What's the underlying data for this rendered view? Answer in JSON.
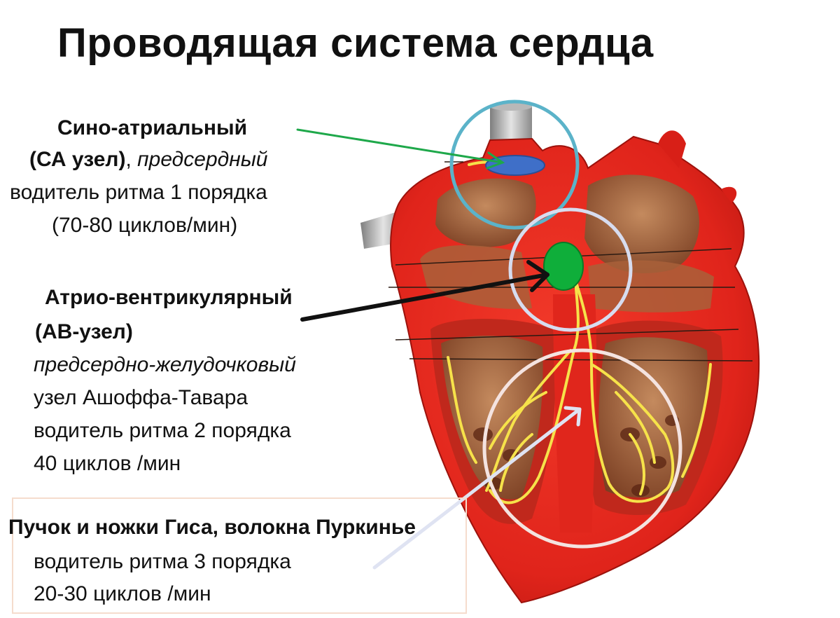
{
  "title": "Проводящая система сердца",
  "sa": {
    "line1": "Сино-атриальный",
    "line2_bold": "(СА узел)",
    "line2_sep": ",",
    "line2_italic": "предсердный",
    "line3": "водитель ритма 1 порядка",
    "line4": "(70-80 циклов/мин)"
  },
  "av": {
    "line1": "Атрио-вентрикулярный",
    "line2": "(АВ-узел)",
    "line3": "предсердно-желудочковый",
    "line4": "узел Ашоффа-Тавара",
    "line5": "водитель ритма 2 порядка",
    "line6": "40 циклов /мин"
  },
  "his": {
    "line1": "Пучок и ножки Гиса, волокна Пуркинье",
    "line2": "водитель ритма 3 порядка",
    "line3": "20-30 циклов /мин"
  },
  "colors": {
    "heart_red": "#e8271e",
    "heart_dark": "#b01510",
    "chamber_brown": "#8a4a2a",
    "fiber_yellow": "#f6e24a",
    "sa_node": "#3f6fc8",
    "av_node": "#0fae3a",
    "sa_circle": "#5bb3c9",
    "av_circle": "#d7dcef",
    "his_circle": "#f4e3e0",
    "sa_arrow": "#1ea84a",
    "av_arrow": "#111111",
    "his_arrow": "#dfe3f2",
    "box_border": "#f5dccd"
  }
}
